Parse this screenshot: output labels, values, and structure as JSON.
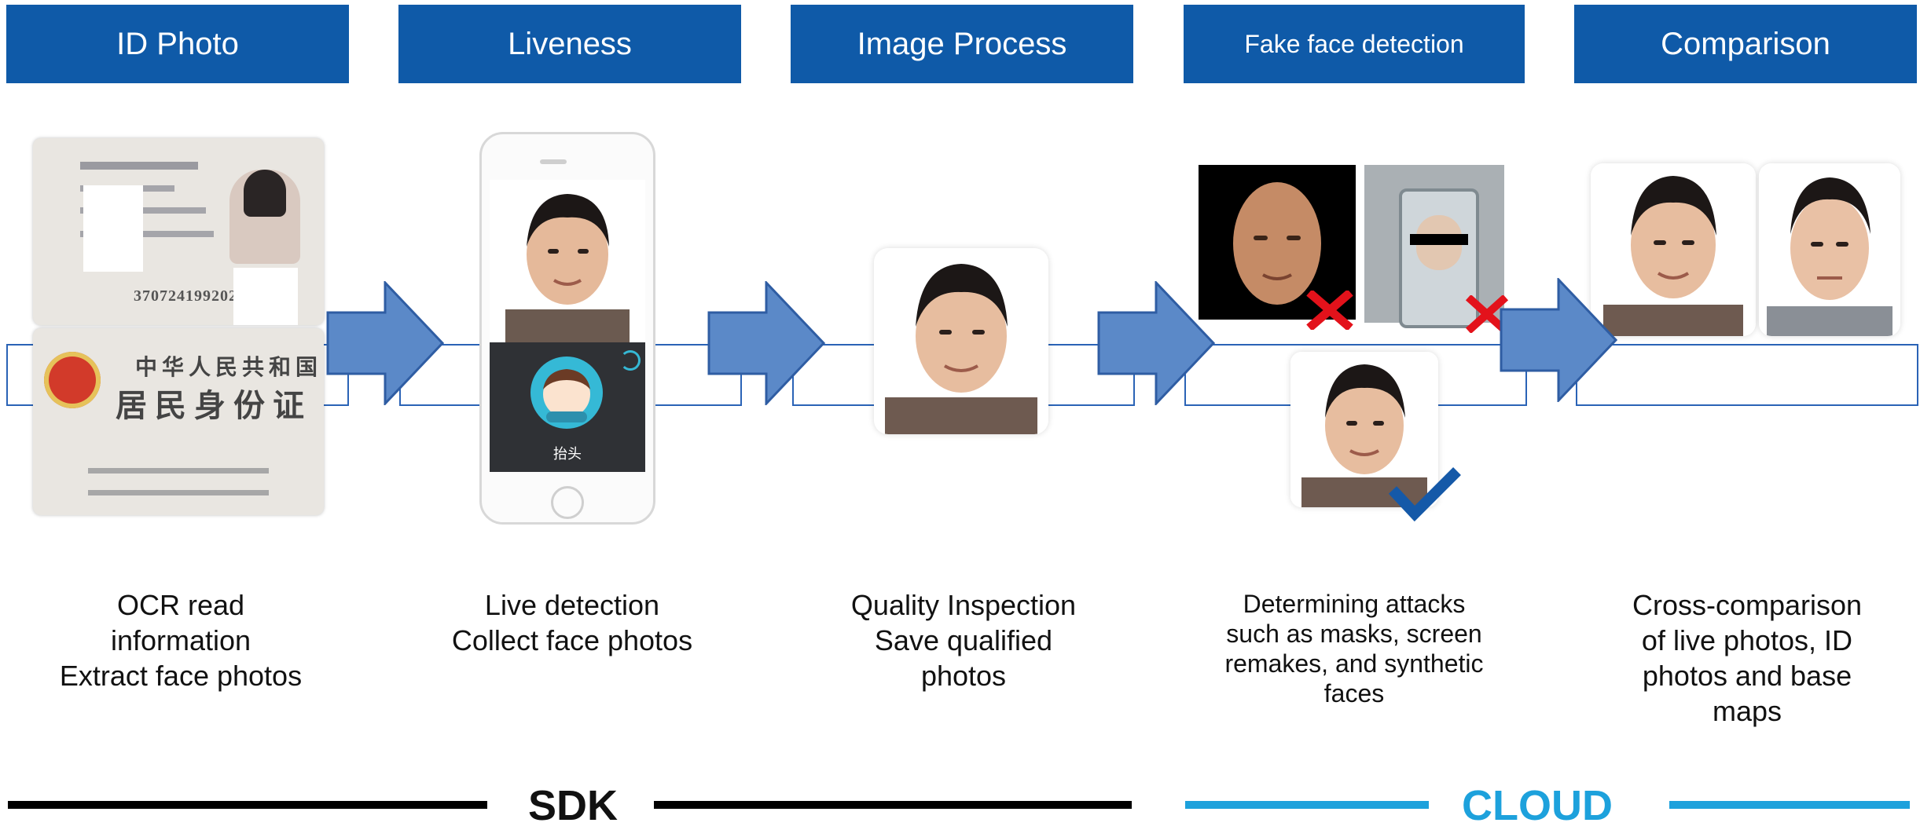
{
  "headers": {
    "id_photo": "ID Photo",
    "liveness": "Liveness",
    "image_process": "Image Process",
    "fake_face": "Fake face detection",
    "comparison": "Comparison"
  },
  "captions": {
    "id_photo": [
      "OCR read",
      "information",
      "Extract face photos"
    ],
    "liveness": [
      "Live detection",
      "Collect face photos"
    ],
    "image_process": [
      "Quality Inspection",
      "Save qualified",
      "photos"
    ],
    "fake_face": [
      "Determining attacks",
      "such as masks, screen",
      "remakes, and synthetic",
      "faces"
    ],
    "comparison": [
      "Cross-comparison",
      "of live photos, ID",
      "photos and base",
      "maps"
    ]
  },
  "id_card": {
    "number": "370724199202",
    "country_cn": "中华人民共和国",
    "title_cn": "居民身份证"
  },
  "phone": {
    "prompt_cn": "抬头"
  },
  "footer": {
    "sdk": "SDK",
    "cloud": "CLOUD"
  },
  "colors": {
    "header_bg": "#0f5aa8",
    "arrow_fill": "#5b89c8",
    "track_border": "#2a63b6",
    "sdk_line": "#000000",
    "cloud_line": "#1da1dc",
    "reject_mark": "#e3121b",
    "accept_mark": "#1559a8"
  }
}
